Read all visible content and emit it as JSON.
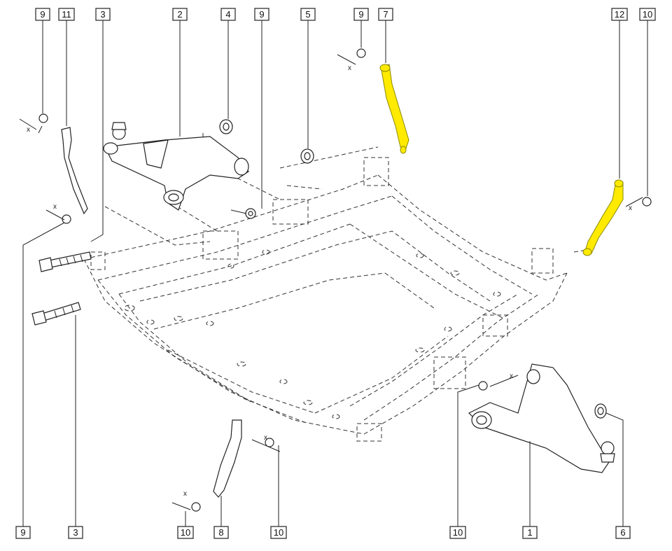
{
  "callouts": {
    "c9_a": "9",
    "c11": "11",
    "c3_a": "3",
    "c2": "2",
    "c4": "4",
    "c9_b": "9",
    "c5": "5",
    "c9_c": "9",
    "c7": "7",
    "c12": "12",
    "c10_a": "10",
    "c9_d": "9",
    "c3_b": "3",
    "c10_b": "10",
    "c8": "8",
    "c10_c": "10",
    "c10_d": "10",
    "c1": "1",
    "c6": "6"
  },
  "torque_marks": {
    "x1": "x",
    "x2": "x",
    "x3": "x",
    "x4": "x",
    "x5": "x",
    "x6": "x",
    "x7": "x"
  },
  "colors": {
    "highlight": "#ffea00",
    "line": "#222222"
  }
}
